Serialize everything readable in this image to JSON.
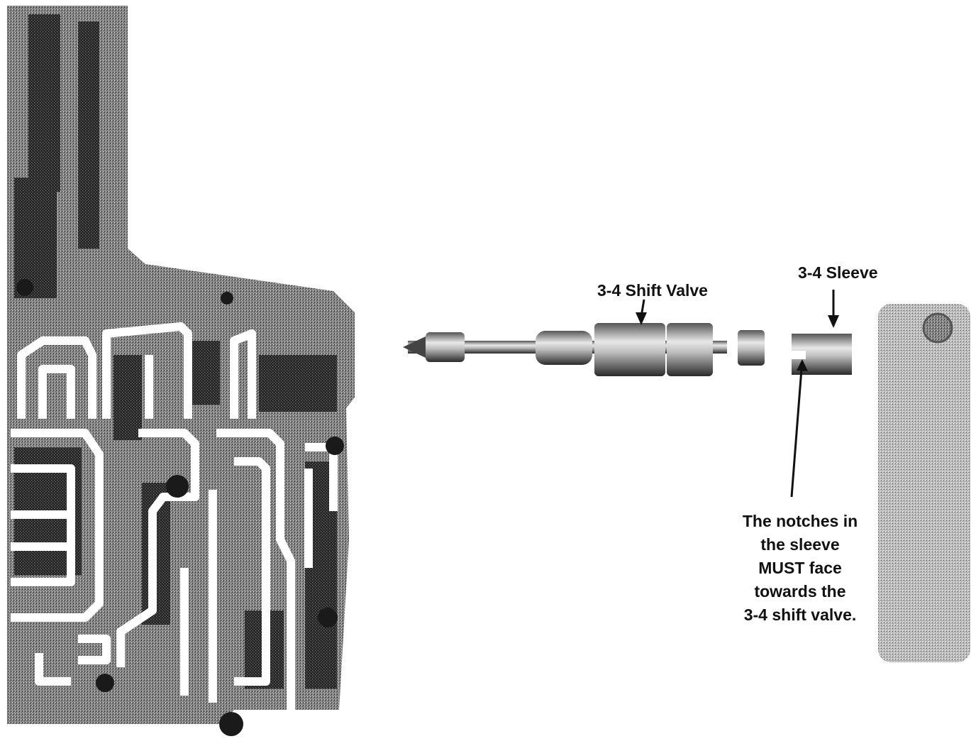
{
  "labels": {
    "shift_valve": "3-4 Shift Valve",
    "sleeve": "3-4 Sleeve"
  },
  "note": {
    "lines": [
      "The notches in",
      "the sleeve",
      "MUST face",
      "towards the",
      "3-4 shift valve."
    ]
  },
  "colors": {
    "ink": "#111111",
    "metal_dark": "#3a3a3a",
    "metal_mid": "#7a7a7a",
    "metal_light": "#d9d9d9",
    "paper": "#ffffff"
  }
}
